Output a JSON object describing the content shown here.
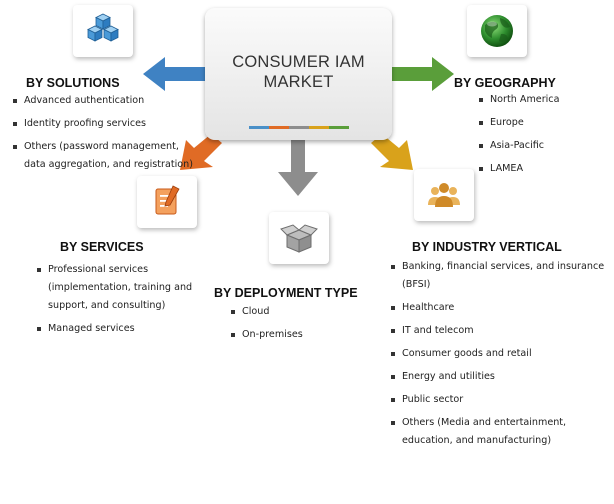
{
  "center": {
    "title_line1": "CONSUMER IAM",
    "title_line2": "MARKET",
    "bar_colors": [
      "#4a90c8",
      "#e06b25",
      "#8d8d8d",
      "#d9a21b",
      "#5a9e3a"
    ]
  },
  "arrow_colors": {
    "solutions": "#3f82c3",
    "services": "#e06b25",
    "deployment": "#8d8d8d",
    "industry": "#d9a21b",
    "geography": "#5a9e3a"
  },
  "segments": {
    "solutions": {
      "heading": "BY SOLUTIONS",
      "icon": "cubes-icon",
      "items": [
        "Advanced authentication",
        "Identity proofing services",
        "Others (password management, data aggregation, and registration)"
      ]
    },
    "services": {
      "heading": "BY SERVICES",
      "icon": "document-pen-icon",
      "items": [
        "Professional services (implementation, training and support, and consulting)",
        "Managed services"
      ]
    },
    "deployment": {
      "heading": "BY DEPLOYMENT TYPE",
      "icon": "open-box-icon",
      "items": [
        "Cloud",
        "On-premises"
      ]
    },
    "industry": {
      "heading": "BY INDUSTRY VERTICAL",
      "icon": "people-icon",
      "items": [
        "Banking, financial services, and insurance (BFSI)",
        "Healthcare",
        "IT and telecom",
        "Consumer goods and retail",
        "Energy and utilities",
        "Public sector",
        "Others (Media and entertainment, education, and manufacturing)"
      ]
    },
    "geography": {
      "heading": "BY GEOGRAPHY",
      "icon": "globe-icon",
      "items": [
        "North America",
        "Europe",
        "Asia-Pacific",
        "LAMEA"
      ]
    }
  }
}
